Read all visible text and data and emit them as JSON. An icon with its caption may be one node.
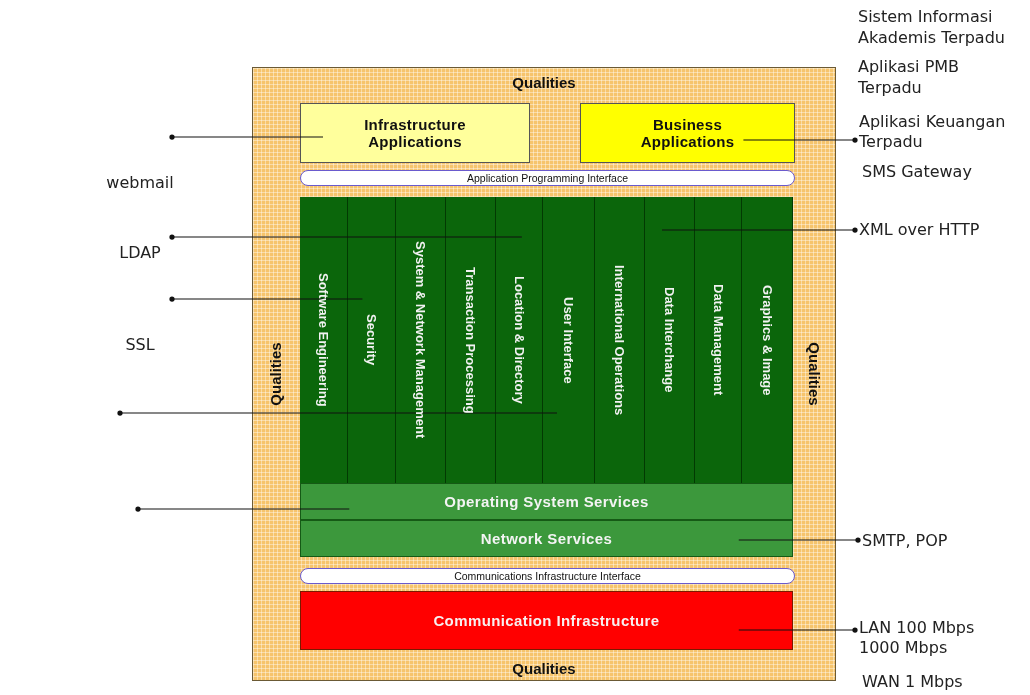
{
  "diagram": {
    "nodes": [
      {
        "text": [
          "Qualities",
          "Qualities",
          "Qualities",
          "Qualities"
        ]
      },
      {
        "text": [
          "Infrastructure Applications"
        ],
        "in": 0
      },
      {
        "text": [
          "Business Applications"
        ],
        "in": 0
      },
      {
        "text": [
          "Application Programming Interface"
        ],
        "in": 0
      },
      {
        "text": [
          "Software Engineering"
        ],
        "in": 0
      },
      {
        "text": [
          "Security"
        ],
        "in": 0
      },
      {
        "text": [
          "System & Network Management"
        ],
        "in": 0
      },
      {
        "text": [
          "Transaction Processing"
        ],
        "in": 0
      },
      {
        "text": [
          "Location & Directory"
        ],
        "in": 0
      },
      {
        "text": [
          "User Interface"
        ],
        "in": 0
      },
      {
        "text": [
          "International Operations"
        ],
        "in": 0
      },
      {
        "text": [
          "Data Interchange"
        ],
        "in": 0
      },
      {
        "text": [
          "Data Management"
        ],
        "in": 0
      },
      {
        "text": [
          "Graphics & Image"
        ],
        "in": 0
      },
      {
        "text": [
          "Operating System Services"
        ],
        "in": 0
      },
      {
        "text": [
          "Network Services"
        ],
        "in": 0
      },
      {
        "text": [
          "Communications Infrastructure Interface"
        ],
        "in": 0
      },
      {
        "text": [
          "Communication Infrastructure"
        ],
        "in": 0
      },
      {
        "text": [
          "webmail"
        ]
      },
      {
        "text": [
          "LDAP"
        ]
      },
      {
        "text": [
          "SSL"
        ]
      },
      {
        "text": [
          "Aplikasi Keuangan Terpadu"
        ]
      },
      {
        "text": [
          "XML over HTTP"
        ]
      },
      {
        "text": [
          "SMTP, POP"
        ]
      },
      {
        "text": [
          "LAN 100 Mbps 1000 Mbps"
        ]
      }
    ],
    "edges": [
      {
        "from": 18,
        "to": 1,
        "arrow": "other"
      },
      {
        "from": 19,
        "to": 8,
        "arrow": "other"
      },
      {
        "from": 20,
        "to": 5,
        "arrow": "other"
      },
      {
        "from": null,
        "to": 9,
        "arrow": "other"
      },
      {
        "from": null,
        "to": 14,
        "arrow": "other"
      },
      {
        "from": 21,
        "to": 2,
        "arrow": "other"
      },
      {
        "from": 22,
        "to": 11,
        "arrow": "other"
      },
      {
        "from": 23,
        "to": 15,
        "arrow": "other"
      },
      {
        "from": 24,
        "to": 17,
        "arrow": "other"
      }
    ],
    "labels": [
      "Sistem Informasi Akademis Terpadu",
      "Aplikasi PMB Terpadu",
      "SMS Gateway",
      "WAN 1 Mbps"
    ]
  }
}
